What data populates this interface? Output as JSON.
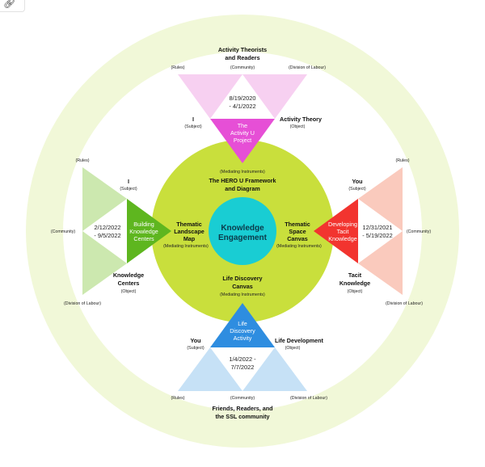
{
  "center": {
    "l1": "Knowledge",
    "l2": "Engagement"
  },
  "top": {
    "community_l1": "Activity  Theorists",
    "community_l2": "and Readers",
    "community_role": "(Community)",
    "rules": "(Rules)",
    "division": "(Division of Labour)",
    "dates_l1": "8/19/2020",
    "dates_l2": "- 4/1/2022",
    "subject": "I",
    "subject_role": "(Subject)",
    "object": "Activity  Theory",
    "object_role": "(Object)",
    "project_l1": "The",
    "project_l2": "Activity U",
    "project_l3": "Project",
    "instr_role": "(Mediating Instruments)",
    "instr_l1": "The HERO U Framework",
    "instr_l2": "and Diagram"
  },
  "left": {
    "rules": "(Rules)",
    "community": "(Community)",
    "division": "(Division of Labour)",
    "subject": "I",
    "subject_role": "(Subject)",
    "dates_l1": "2/12/2022",
    "dates_l2": "- 9/5/2022",
    "project_l1": "Building",
    "project_l2": "Knowledge",
    "project_l3": "Centers",
    "object_l1": "Knowledge",
    "object_l2": "Centers",
    "object_role": "(Object)",
    "instr_l1": "Thematic",
    "instr_l2": "Landscape",
    "instr_l3": "Map",
    "instr_role": "(Mediating Instruments)"
  },
  "right": {
    "rules": "(Rules)",
    "community": "(Community)",
    "division": "(Division of Labour)",
    "subject": "You",
    "subject_role": "(Subject)",
    "dates_l1": "12/31/2021",
    "dates_l2": "- 5/19/2022",
    "project_l1": "Developing",
    "project_l2": "Tacit",
    "project_l3": "Knowledge",
    "object_l1": "Tacit",
    "object_l2": "Knowledge",
    "object_role": "(Object)",
    "instr_l1": "Thematic",
    "instr_l2": "Space",
    "instr_l3": "Canvas",
    "instr_role": "(Mediating Instruments)"
  },
  "bottom": {
    "instr_l1": "Life Discovery",
    "instr_l2": "Canvas",
    "instr_role": "(Mediating Instruments)",
    "project_l1": "Life",
    "project_l2": "Discovery",
    "project_l3": "Activity",
    "subject": "You",
    "subject_role": "(Subject)",
    "object": "Life Development",
    "object_role": "(Object)",
    "dates_l1": "1/4/2022 -",
    "dates_l2": "7/7/2022",
    "rules": "(Rules)",
    "community_role": "(Community)",
    "division": "(Division of Labour)",
    "community_l1": "Friends, Readers, and",
    "community_l2": "the SSL community"
  },
  "colors": {
    "outer_ring": "#f1f8d8",
    "inner_circle": "#c9df3c",
    "core": "#19cdd3",
    "top_accent": "#e64fd6",
    "top_light": "#f6c8ee",
    "left_accent": "#5eb61f",
    "left_light": "#c7e6a6",
    "right_accent": "#f2342f",
    "right_light": "#f9c4b6",
    "bottom_accent": "#2e8de0",
    "bottom_light": "#bcdcf4"
  }
}
